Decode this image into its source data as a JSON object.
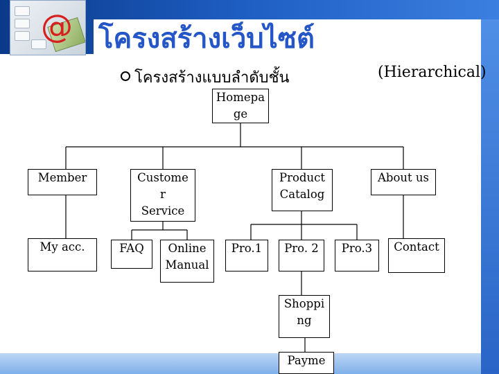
{
  "slide": {
    "title": "โครงสร้างเว็บไซต์",
    "subtitle": "โครงสร้างแบบลำดับชั้น",
    "subtitle_english": "(Hierarchical)"
  },
  "diagram": {
    "nodes": {
      "homepage": "Homepa\nge",
      "member": "Member",
      "customer_service": "Custome\nr\nService",
      "product_catalog": "Product\nCatalog",
      "about_us": "About us",
      "my_account": "My acc.",
      "faq": "FAQ",
      "online_manual": "Online\nManual",
      "pro_1": "Pro.1",
      "pro_2": "Pro. 2",
      "pro_3": "Pro.3",
      "contact": "Contact",
      "shopping": "Shoppi\nng",
      "payment": "Payme"
    },
    "line_color": "#000000"
  },
  "theme": {
    "title_color": "#2456c8",
    "band_color": "#1f5fc4",
    "logo_accent": "#d62020"
  },
  "logo": {
    "icon": "at-sign-icon"
  }
}
